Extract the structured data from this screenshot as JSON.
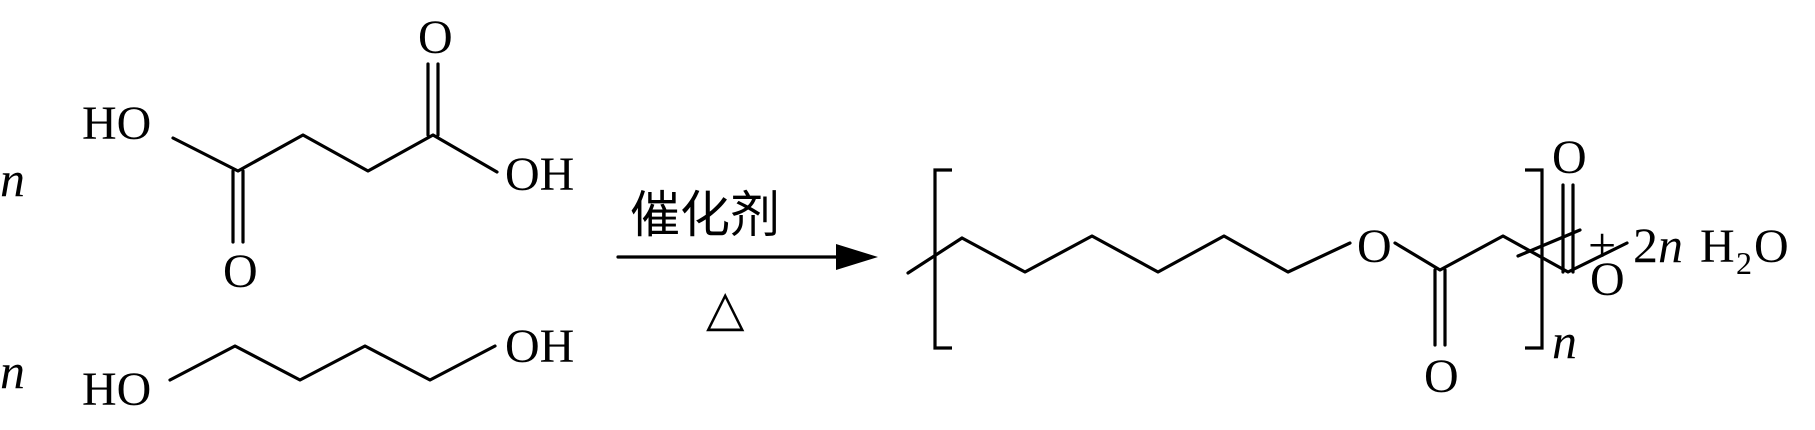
{
  "reactants": {
    "succinic_acid": {
      "coefficient": "n",
      "atoms": {
        "ho_left": "HO",
        "oh_right": "OH",
        "o_top": "O",
        "o_bottom": "O"
      }
    },
    "butanediol": {
      "coefficient": "n",
      "atoms": {
        "ho_left": "HO",
        "oh_right": "OH"
      }
    }
  },
  "arrow": {
    "catalyst": "催化剂",
    "heat": "△"
  },
  "product": {
    "atoms": {
      "o_ester_left": "O",
      "o_ester_right": "O",
      "o_carbonyl_bottom": "O",
      "o_carbonyl_top": "O"
    },
    "repeat_subscript": "n"
  },
  "byproduct": {
    "plus": "+",
    "coefficient_number": "2",
    "coefficient_variable": "n",
    "formula_h": "H",
    "formula_sub": "2",
    "formula_o": "O"
  }
}
